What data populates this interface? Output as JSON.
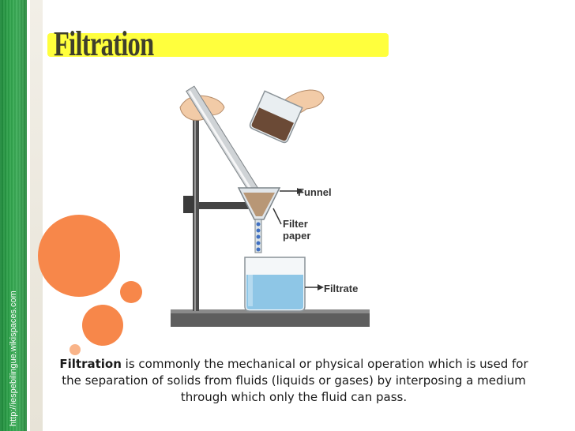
{
  "slide": {
    "title": "Filtration",
    "credit": "http://iespebilingue.wikispaces.com"
  },
  "illustration": {
    "labels": {
      "funnel": "Funnel",
      "filter_line1": "Filter",
      "filter_line2": "paper",
      "filtrate": "Filtrate"
    }
  },
  "description": {
    "term": "Filtration",
    "body": " is commonly the mechanical or physical operation which is used for the separation of solids from fluids (liquids or gases) by interposing a medium through which only the fluid can pass."
  },
  "colors": {
    "strip_green": "#2fa34b",
    "title_highlight": "#ffff3d",
    "accent_orange": "#f7874a"
  }
}
